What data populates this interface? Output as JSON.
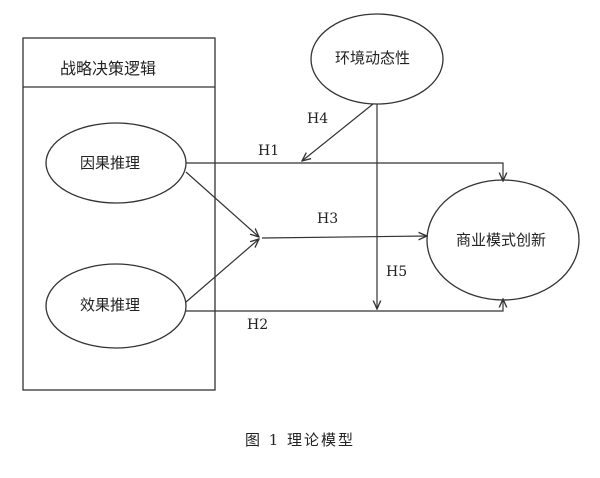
{
  "diagram": {
    "strategy_box": {
      "title": "战略决策逻辑"
    },
    "nodes": {
      "causal": "因果推理",
      "effectual": "效果推理",
      "environment": "环境动态性",
      "innovation": "商业模式创新"
    },
    "hypotheses": {
      "h1": "H1",
      "h2": "H2",
      "h3": "H3",
      "h4": "H4",
      "h5": "H5"
    },
    "caption": "图 1  理论模型"
  }
}
